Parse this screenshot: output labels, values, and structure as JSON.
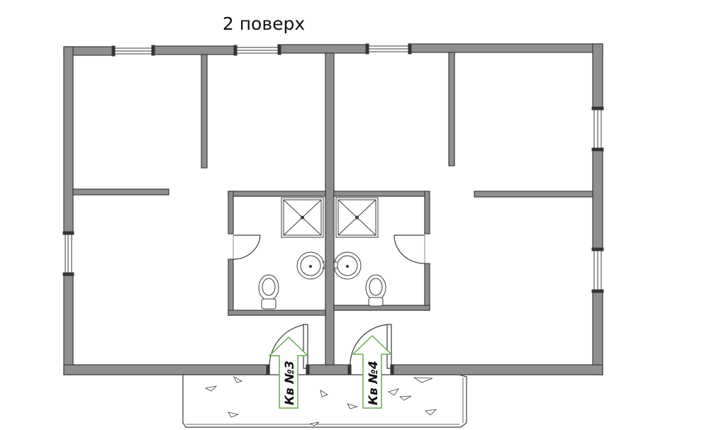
{
  "title": "2 поверх",
  "apartments": [
    {
      "label": "Кв №3"
    },
    {
      "label": "Кв №4"
    }
  ],
  "colors": {
    "wall": "#8f8f8f",
    "wall_outline": "#3a3a3a",
    "line": "#3a3a3a",
    "arrow": "#6aa84f"
  }
}
